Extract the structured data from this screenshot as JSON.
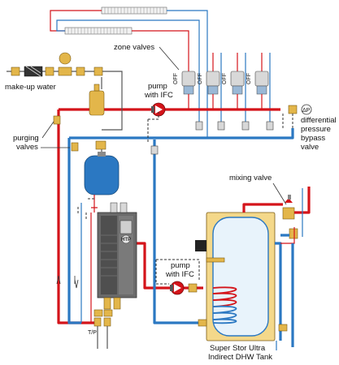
{
  "labels": {
    "zone_valves": "zone valves",
    "make_up_water": "make-up water",
    "pump_ifc_top_line1": "pump",
    "pump_ifc_top_line2": "with IFC",
    "purging_valves_line1": "purging",
    "purging_valves_line2": "valves",
    "differential_line1": "differential",
    "differential_line2": "pressure",
    "differential_line3": "bypass",
    "differential_line4": "valve",
    "delta_p": "ΔP",
    "mixing_valve": "mixing valve",
    "pump_ifc_bottom_line1": "pump",
    "pump_ifc_bottom_line2": "with IFC",
    "tank_line1": "Super Stor Ultra",
    "tank_line2": "Indirect DHW Tank",
    "tp": "T/P",
    "off": "OFF",
    "brand": "HTP"
  },
  "colors": {
    "supply": "#d4141a",
    "return": "#2b78c2",
    "expansion_tank": "#2b78c2",
    "dhw_tank_shell": "#f4d88a",
    "dhw_tank_inner": "#e8f3fb",
    "boiler": "#6a6a6a",
    "pump": "#d4141a",
    "brass": "#e3b64a"
  },
  "components": {
    "zone_valve_count": 4,
    "baseboard_loops": 2,
    "pumps": [
      "pump-with-ifc-heating",
      "pump-with-ifc-dhw"
    ],
    "expansion_tank": true,
    "boiler": "HTP",
    "indirect_tank": true
  }
}
